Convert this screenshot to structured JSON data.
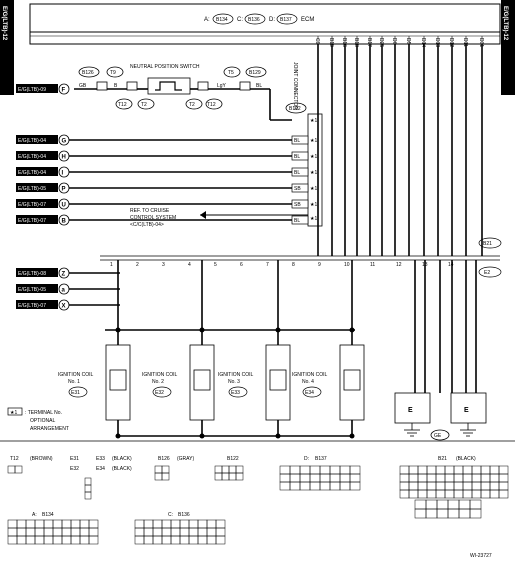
{
  "side_label": "E/G(LTB)-12",
  "ecm_header": {
    "a": "A:",
    "a_code": "B134",
    "c": "C:",
    "c_code": "B136",
    "d": "D:",
    "d_code": "B137",
    "name": "ECM"
  },
  "ecm_pins": [
    "C9",
    "B19",
    "B16",
    "B18",
    "B17",
    "D25",
    "D6",
    "D5",
    "D14",
    "D13",
    "D12",
    "D11",
    "D31"
  ],
  "neutral_switch": {
    "title": "NEUTRAL POSITION SWITCH",
    "conn_left_top": "B126",
    "conn_mid_top": "T9",
    "conn_right_top": "T5",
    "conn_far_top": "B129",
    "conn_left_bot": "T12",
    "conn_mid_bot": "T2",
    "conn_right_bot": "T2",
    "conn_far_bot": "T12",
    "w1": "GB",
    "w2": "B",
    "w3": "LgY",
    "w4": "BL"
  },
  "joint_connector": {
    "label": "JOINT CONNECTOR",
    "code": "B122"
  },
  "inputs": [
    {
      "ref": "E/G(LTB)-09",
      "letter": "F"
    },
    {
      "ref": "E/G(LTB)-04",
      "letter": "G"
    },
    {
      "ref": "E/G(LTB)-04",
      "letter": "H"
    },
    {
      "ref": "E/G(LTB)-04",
      "letter": "I"
    },
    {
      "ref": "E/G(LTB)-05",
      "letter": "P"
    },
    {
      "ref": "E/G(LTB)-07",
      "letter": "U"
    },
    {
      "ref": "E/G(LTB)-07",
      "letter": "B"
    },
    {
      "ref": "E/G(LTB)-08",
      "letter": "Z"
    },
    {
      "ref": "E/G(LTB)-05",
      "letter": "a"
    },
    {
      "ref": "E/G(LTB)-07",
      "letter": "X"
    }
  ],
  "input_wires": [
    "BL",
    "BL",
    "BL",
    "SB",
    "SB",
    "BL"
  ],
  "jc_star": "★1",
  "cruise_ref": [
    "REF. TO CRUISE",
    "CONTROL SYSTEM",
    "<C/C(LTB)-04>"
  ],
  "mid_pins": [
    "1",
    "2",
    "3",
    "4",
    "5",
    "6",
    "7",
    "8",
    "9",
    "10",
    "11",
    "12",
    "13",
    "14"
  ],
  "b21": {
    "code": "B21",
    "sub": "E2"
  },
  "coils": [
    {
      "name": [
        "IGNITION COIL",
        "No. 1"
      ],
      "code": "E31"
    },
    {
      "name": [
        "IGNITION COIL",
        "No. 2"
      ],
      "code": "E32"
    },
    {
      "name": [
        "IGNITION COIL",
        "No. 3"
      ],
      "code": "E33"
    },
    {
      "name": [
        "IGNITION COIL",
        "No. 4"
      ],
      "code": "E34"
    }
  ],
  "legend": {
    "mark": "★1",
    "text": [
      ": TERMINAL No.",
      "OPTIONAL",
      "ARRANGEMENT"
    ]
  },
  "ground": {
    "e1": "E",
    "e2": "E",
    "ge": "GE"
  },
  "connectors": {
    "t12": {
      "code": "T12",
      "color": "(BROWN)"
    },
    "e31": {
      "code": "E31",
      "e33": "E33",
      "color1": "(BLACK)",
      "e32": "E32",
      "e34": "E34",
      "color2": "(BLACK)"
    },
    "b126": {
      "code": "B126",
      "color": "(GRAY)"
    },
    "b122": {
      "code": "B122"
    },
    "d": {
      "prefix": "D:",
      "code": "B137"
    },
    "b21": {
      "code": "B21",
      "color": "(BLACK)"
    },
    "a": {
      "prefix": "A:",
      "code": "B134"
    },
    "c": {
      "prefix": "C:",
      "code": "B136"
    }
  },
  "footer_code": "WI-23727"
}
